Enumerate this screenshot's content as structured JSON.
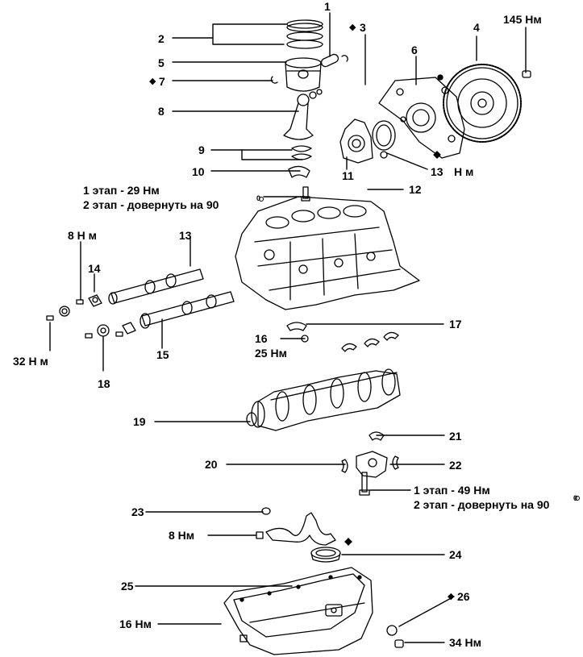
{
  "labels": {
    "n1": "1",
    "n2": "2",
    "n3": "3",
    "n4": "4",
    "n5": "5",
    "n6": "6",
    "n7": "7",
    "n8": "8",
    "n9": "9",
    "n10": "10",
    "n11": "11",
    "n12": "12",
    "n13a": "13",
    "n13b": "13",
    "n14": "14",
    "n15": "15",
    "n16": "16",
    "n17": "17",
    "n18": "18",
    "n19": "19",
    "n20": "20",
    "n21": "21",
    "n22": "22",
    "n23": "23",
    "n24": "24",
    "n25": "25",
    "n26": "26",
    "diamond": "◆"
  },
  "torques": {
    "t145": "145 Нм",
    "t13": "Н м",
    "t8a": "8 Н м",
    "t32": "32 Н м",
    "t25": "25 Нм",
    "t8b": "8 Нм",
    "t16": "16 Нм",
    "t34": "34 Нм",
    "rod_step1": "1 этап -  29 Нм",
    "rod_step2": "2 этап -  довернуть на 90",
    "main_step1": "1 этап - 49 Нм",
    "main_step2": "2 этап - довернуть на 90",
    "degree": "0"
  }
}
